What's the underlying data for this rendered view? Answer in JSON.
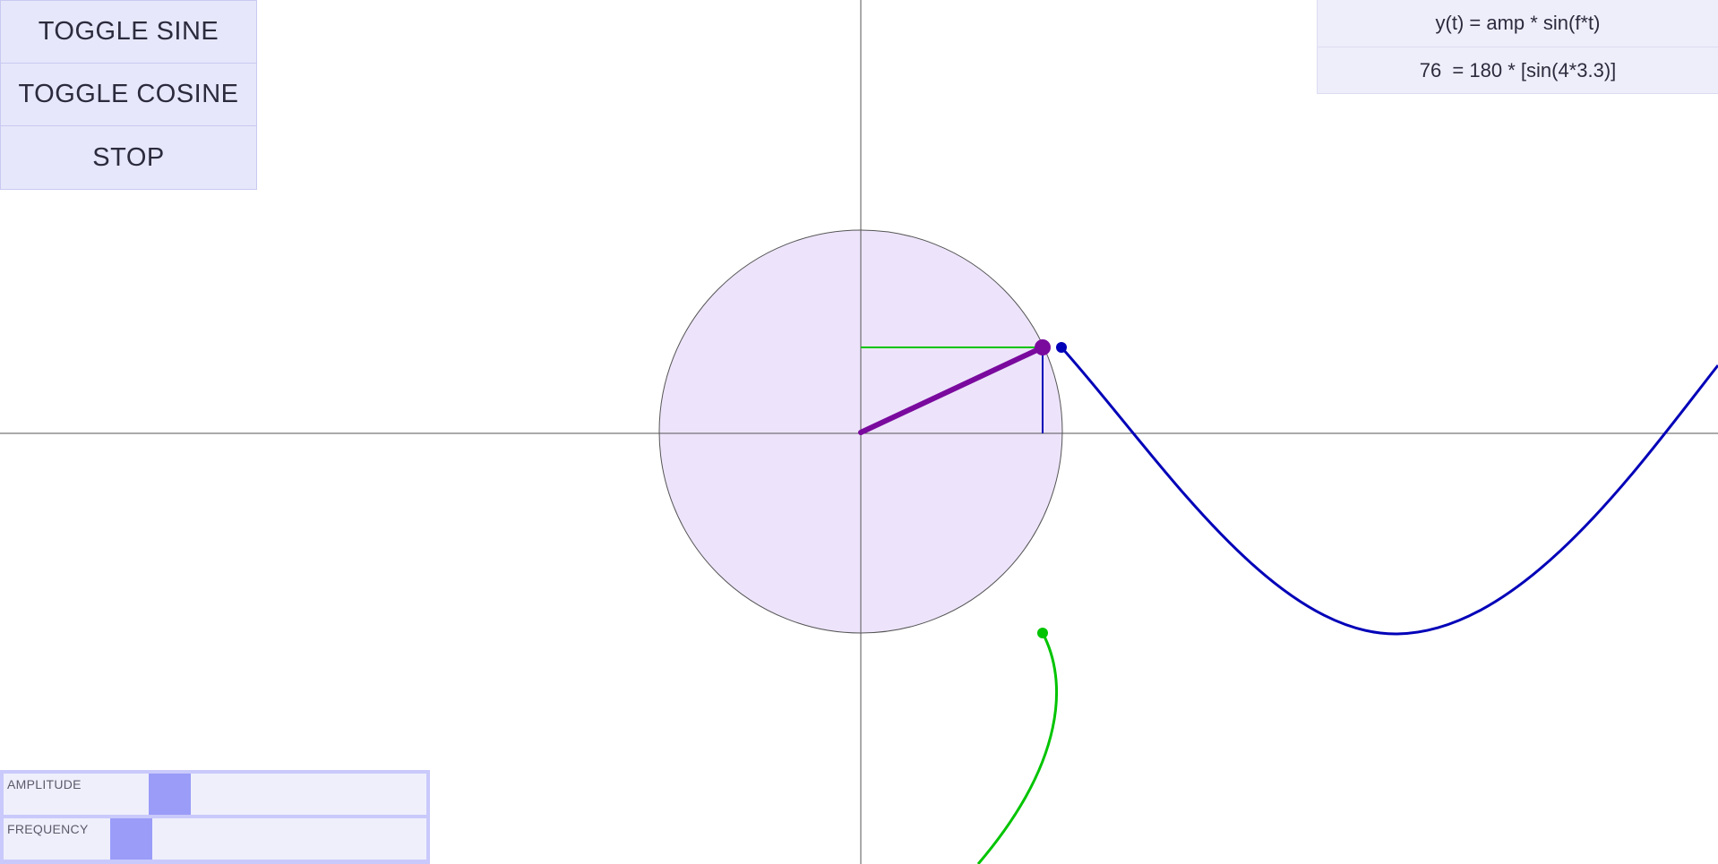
{
  "buttons": {
    "toggle_sine": "TOGGLE SINE",
    "toggle_cosine": "TOGGLE COSINE",
    "stop": "STOP"
  },
  "formula": {
    "general": "y(t) = amp * sin(f*t)",
    "evaluated": "76  = 180 * [sin(4*3.3)]"
  },
  "sliders": {
    "amplitude": {
      "label": "AMPLITUDE",
      "value": 0.38
    },
    "frequency": {
      "label": "FREQUENCY",
      "value": 0.28
    }
  },
  "colors": {
    "circle_fill": "#ede4fb",
    "radius_line": "#7a0a9e",
    "sine_curve": "#0000b8",
    "cosine_curve": "#00c400",
    "axes": "#555555"
  },
  "visualization": {
    "amplitude": 180,
    "frequency": 4,
    "time": 3.3
  }
}
